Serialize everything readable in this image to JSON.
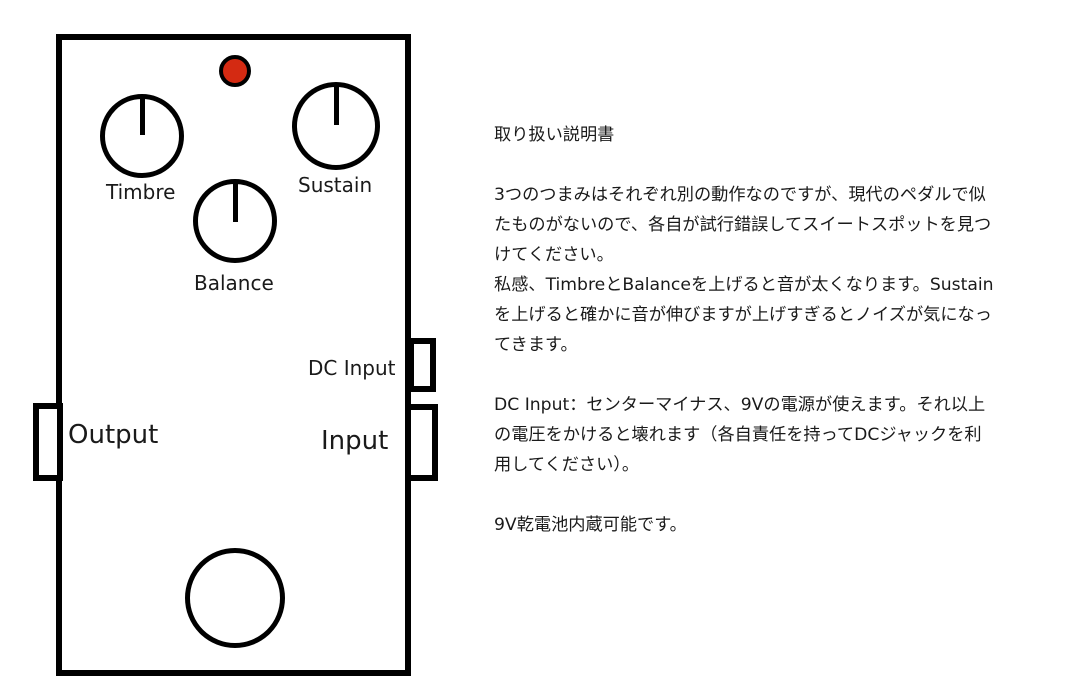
{
  "diagram": {
    "led": {
      "color": "#d42a12"
    },
    "knobs": [
      {
        "name": "Timbre",
        "label": "Timbre",
        "position": "12 o'clock"
      },
      {
        "name": "Sustain",
        "label": "Sustain",
        "position": "12 o'clock"
      },
      {
        "name": "Balance",
        "label": "Balance",
        "position": "12 o'clock"
      }
    ],
    "jacks": {
      "dc_label": "DC Input",
      "output_label": "Output",
      "input_label": "Input"
    }
  },
  "manual": {
    "title": "取り扱い説明書",
    "paragraphs": [
      "3つのつまみはそれぞれ別の動作なのですが、現代のペダルで似たものがないので、各自が試行錯誤してスイートスポットを見つけてください。",
      "私感、TimbreとBalanceを上げると音が太くなります。Sustainを上げると確かに音が伸びますが上げすぎるとノイズが気になってきます。",
      "DC Input：センターマイナス、9Vの電源が使えます。それ以上の電圧をかけると壊れます（各自責任を持ってDCジャックを利用してください）。",
      "9V乾電池内蔵可能です。"
    ],
    "lines": {
      "p1": "3つのつまみはそれぞれ別の動作なのですが、現代のペダルで似\nたものがないので、各自が試行錯誤してスイートスポットを見つ\nけてください。",
      "p2": "私感、TimbreとBalanceを上げると音が太くなります。Sustain\nを上げると確かに音が伸びますが上げすぎるとノイズが気になっ\nてきます。",
      "p3": "DC Input：センターマイナス、9Vの電源が使えます。それ以上\nの電圧をかけると壊れます（各自責任を持ってDCジャックを利\n用してください）。",
      "p4": "9V乾電池内蔵可能です。"
    }
  }
}
